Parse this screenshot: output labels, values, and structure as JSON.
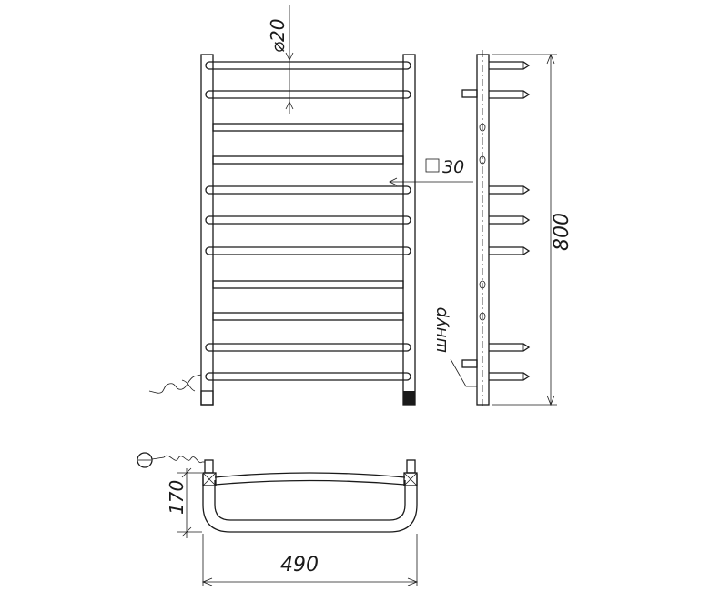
{
  "labels": {
    "diameter": "⌀20",
    "square": "30",
    "height": "800",
    "cord": "шнур",
    "depth": "170",
    "width": "490"
  }
}
